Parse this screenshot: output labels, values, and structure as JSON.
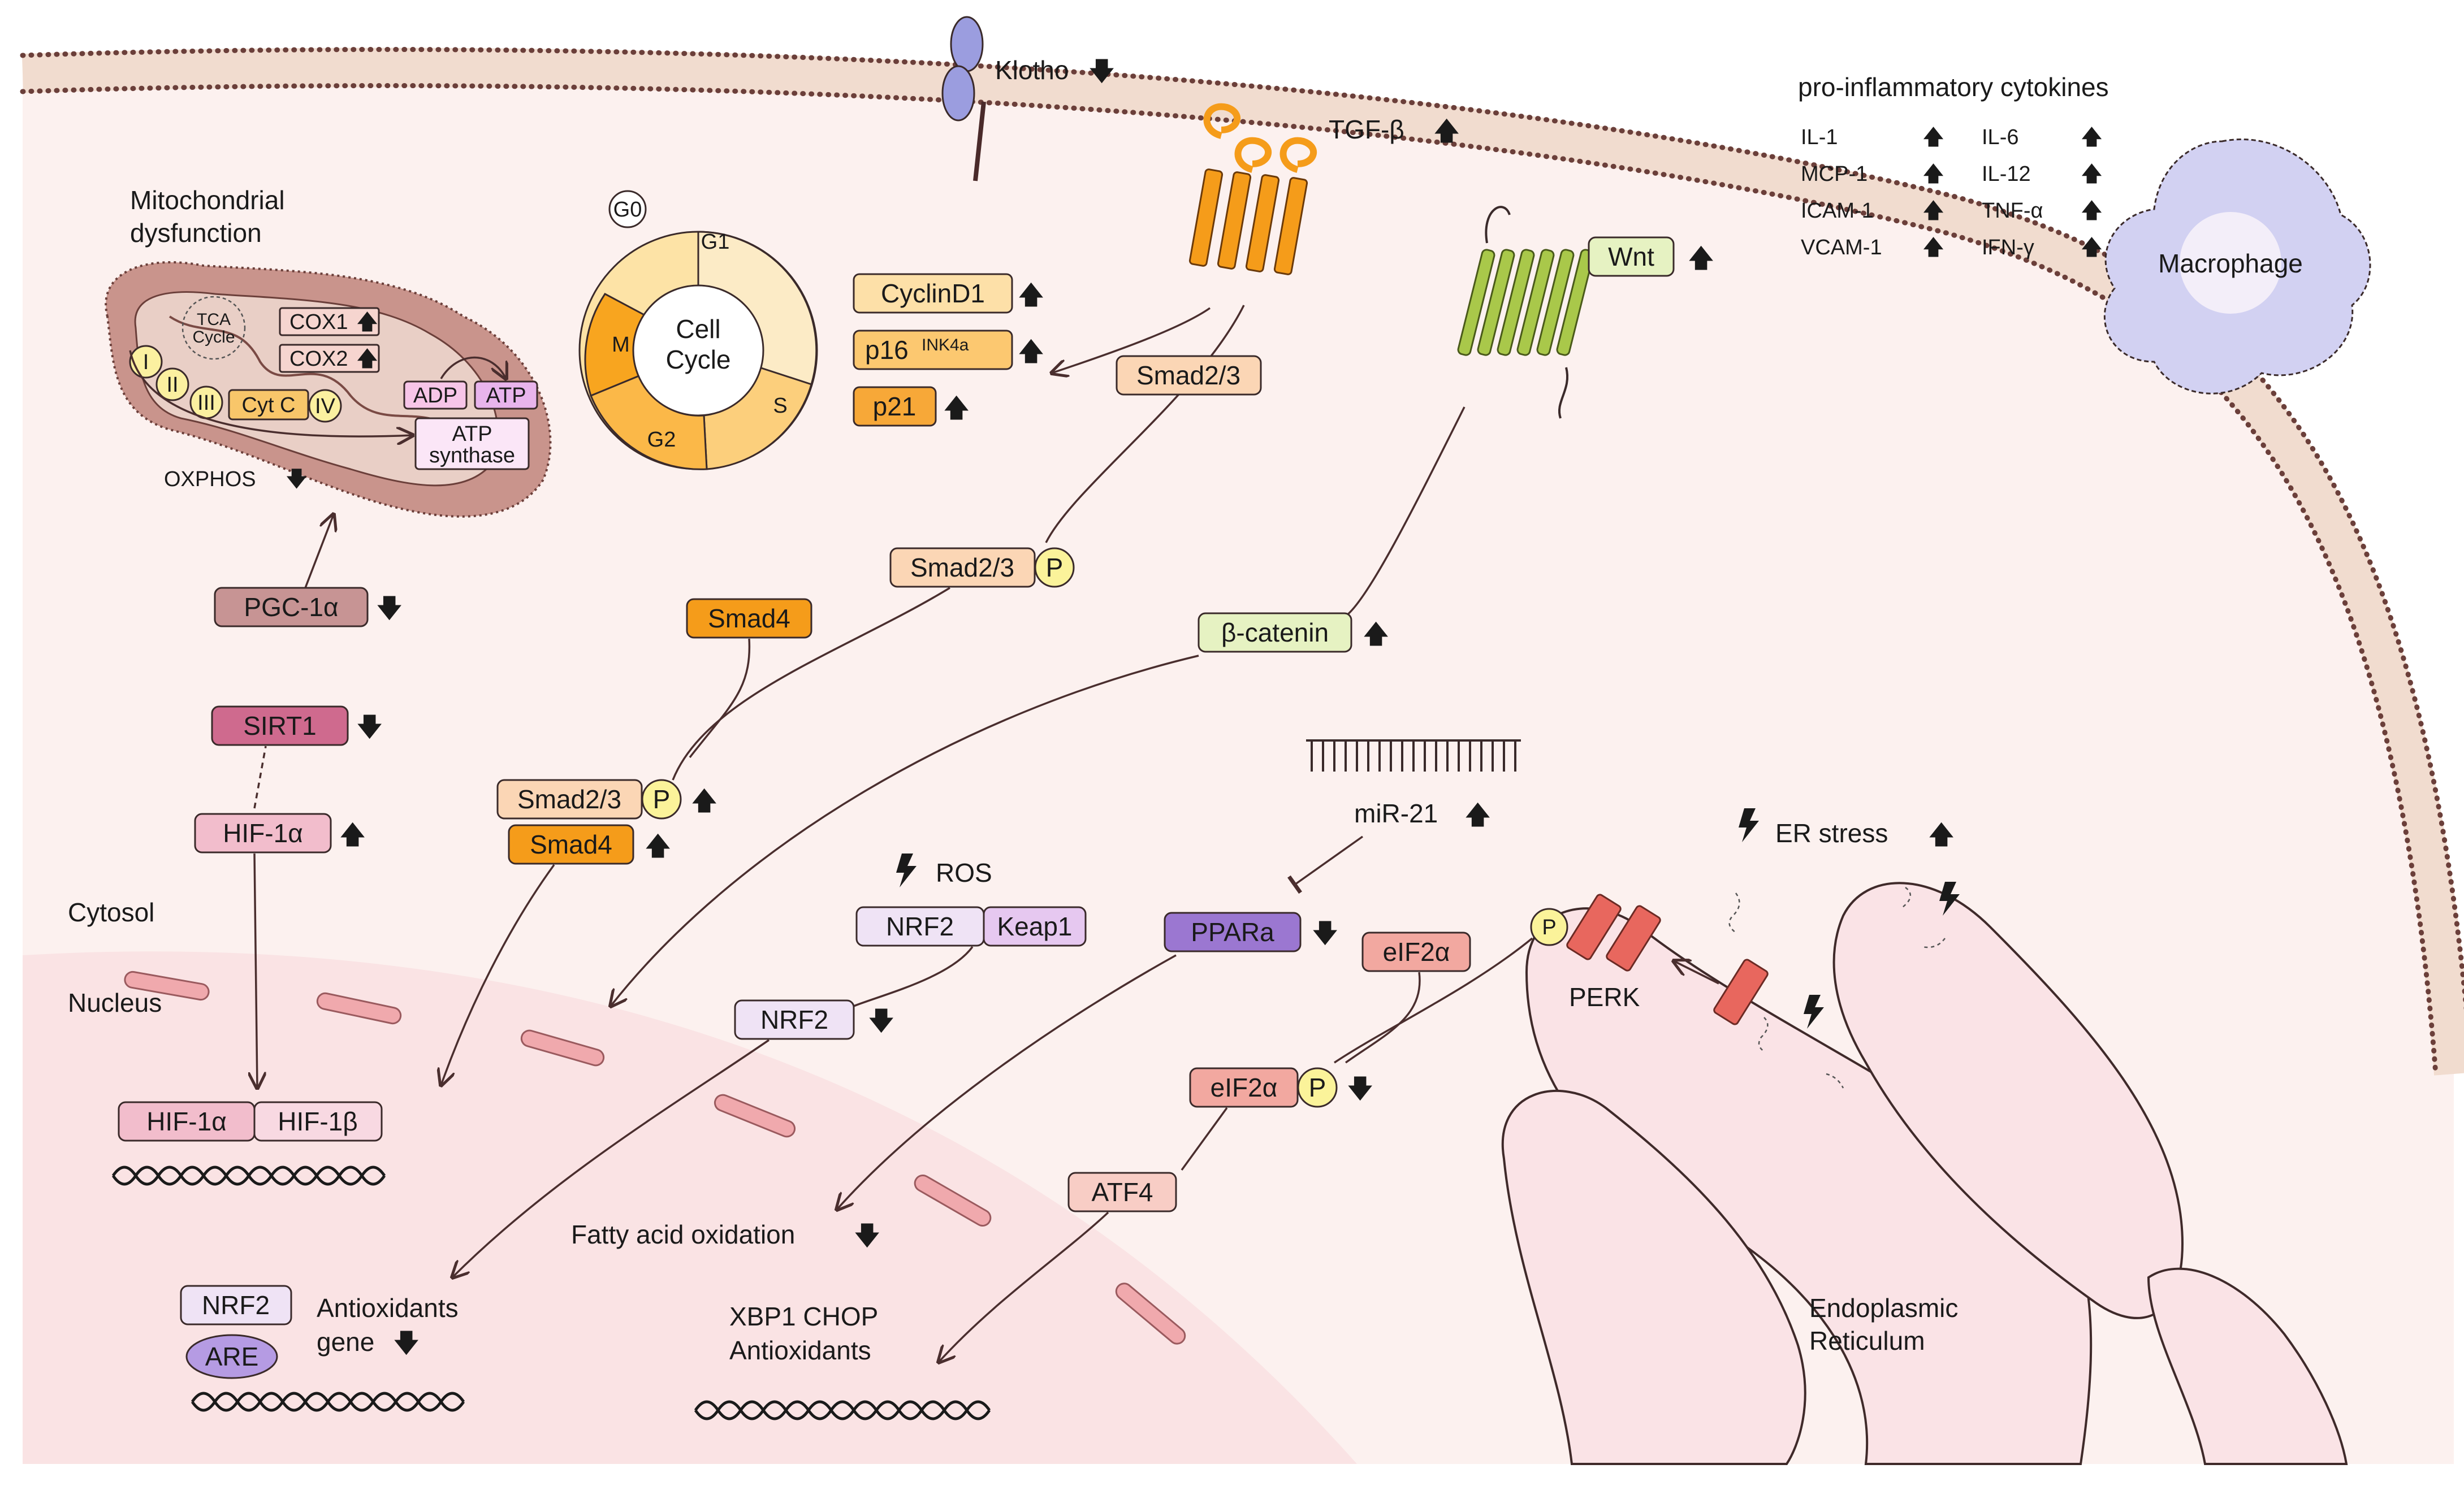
{
  "regions": {
    "cytosol": "Cytosol",
    "nucleus": "Nucleus",
    "endoplasmic_reticulum": [
      "Endoplasmic",
      "Reticulum"
    ],
    "macrophage": "Macrophage"
  },
  "mitochondria": {
    "title": [
      "Mitochondrial",
      "dysfunction"
    ],
    "tca": [
      "TCA",
      "Cycle"
    ],
    "complexes": [
      "I",
      "II",
      "III",
      "IV"
    ],
    "cytc": "Cyt C",
    "cox1": "COX1",
    "cox2": "COX2",
    "adp": "ADP",
    "atp": "ATP",
    "atp_synthase": [
      "ATP",
      "synthase"
    ],
    "oxphos": "OXPHOS"
  },
  "cell_cycle": {
    "center": [
      "Cell",
      "Cycle"
    ],
    "phases": [
      "G1",
      "S",
      "G2",
      "M"
    ],
    "g0": "G0",
    "regulators": {
      "cyclind1": "CyclinD1",
      "p16": "p16",
      "p16_sup": "INK4a",
      "p21": "p21"
    }
  },
  "membrane": {
    "klotho": "Klotho",
    "tgfb": "TGF-β",
    "wnt": "Wnt"
  },
  "cytokines": {
    "title": "pro-inflammatory cytokines",
    "left": [
      "IL-1",
      "MCP-1",
      "ICAM-1",
      "VCAM-1"
    ],
    "right": [
      "IL-6",
      "IL-12",
      "TNF-α",
      "IFN-γ"
    ]
  },
  "pathway": {
    "smad23": "Smad2/3",
    "smad4": "Smad4",
    "p": "P",
    "bcatenin": "β-catenin",
    "pgc1a": "PGC-1α",
    "sirt1": "SIRT1",
    "hif1a": "HIF-1α",
    "hif1b": "HIF-1β",
    "ros": "ROS",
    "nrf2": "NRF2",
    "keap1": "Keap1",
    "mir21": "miR-21",
    "ppara": "PPARa",
    "eif2a": "eIF2α",
    "atf4": "ATF4",
    "perk": "PERK",
    "er_stress": "ER stress"
  },
  "nuclear": {
    "are": "ARE",
    "antioxidants_gene": [
      "Antioxidants",
      "gene"
    ],
    "fatty_acid": "Fatty acid oxidation",
    "xbp1": [
      "XBP1 CHOP",
      "Antioxidants"
    ]
  },
  "arrows": {
    "up": "🡅",
    "down": "🡇"
  },
  "colors": {
    "cell_bg": "#fcf1ef",
    "nucleus_bg": "#fae3e4",
    "membrane": "#f4e2d8",
    "mito": "#c9948c",
    "macrophage": "#d2d1f2",
    "smad23": "#fbd6b5",
    "smad4": "#f59c1a",
    "bcatenin": "#e6f2c2",
    "wnt": "#e6f2c2",
    "pgc1a": "#c79494",
    "sirt1": "#cf6a8e",
    "hif": "#f2bdcc",
    "nrf2": "#efe3f5",
    "keap1": "#e6c8f0",
    "ppara": "#9b77d1",
    "eif2a": "#f2a8a0",
    "atf4": "#f8cdc5",
    "er": "#fae3e6",
    "cyclind1": "#fde0a8",
    "p16": "#fcc870",
    "p21": "#f7a838"
  }
}
